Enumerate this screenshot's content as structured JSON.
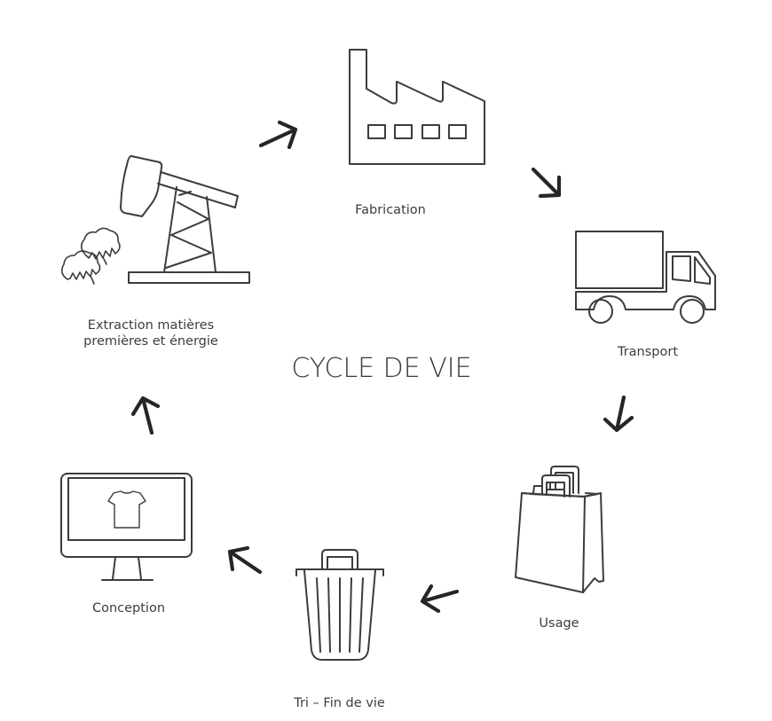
{
  "title": "CYCLE DE VIE",
  "stages": [
    {
      "id": "extraction",
      "icon": "oil-pump-cotton-icon",
      "label_lines": [
        "Extraction matières",
        "premières et énergie"
      ]
    },
    {
      "id": "fabrication",
      "icon": "factory-icon",
      "label": "Fabrication"
    },
    {
      "id": "transport",
      "icon": "truck-icon",
      "label": "Transport"
    },
    {
      "id": "usage",
      "icon": "shopping-bag-icon",
      "label": "Usage"
    },
    {
      "id": "fin-de-vie",
      "icon": "trash-can-icon",
      "label": "Tri – Fin de vie"
    },
    {
      "id": "conception",
      "icon": "monitor-tshirt-icon",
      "label": "Conception"
    }
  ],
  "flow": [
    {
      "from": "extraction",
      "to": "fabrication"
    },
    {
      "from": "fabrication",
      "to": "transport"
    },
    {
      "from": "transport",
      "to": "usage"
    },
    {
      "from": "usage",
      "to": "fin-de-vie"
    },
    {
      "from": "fin-de-vie",
      "to": "conception"
    },
    {
      "from": "conception",
      "to": "extraction"
    }
  ],
  "colors": {
    "line": "#3c3c3c",
    "arrow": "#262626",
    "text": "#3d3d3d",
    "background": "#ffffff"
  }
}
